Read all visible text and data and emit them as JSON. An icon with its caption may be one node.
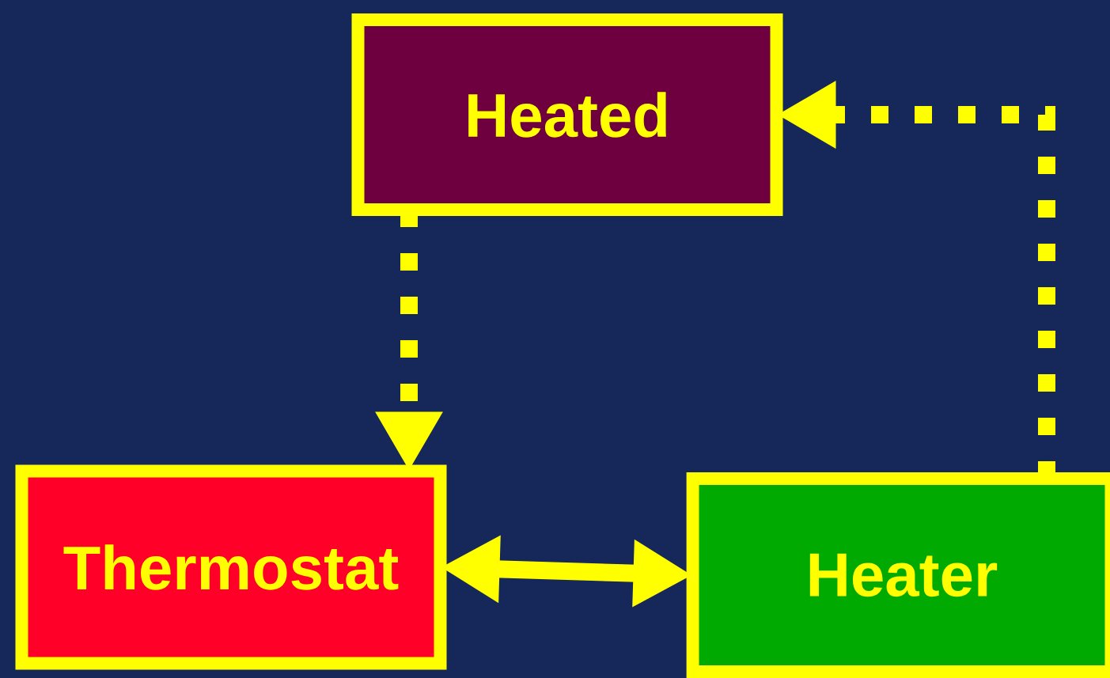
{
  "diagram": {
    "nodes": [
      {
        "text": [
          "Heated"
        ]
      },
      {
        "text": [
          "Thermostat"
        ]
      },
      {
        "text": [
          "Heater"
        ]
      }
    ],
    "edges": [
      {
        "from": 0,
        "to": 1,
        "arrow": "to",
        "style": "dashed"
      },
      {
        "from": 2,
        "to": 0,
        "arrow": "to",
        "style": "dashed"
      },
      {
        "from": 1,
        "to": 2,
        "arrow": "both"
      }
    ]
  }
}
